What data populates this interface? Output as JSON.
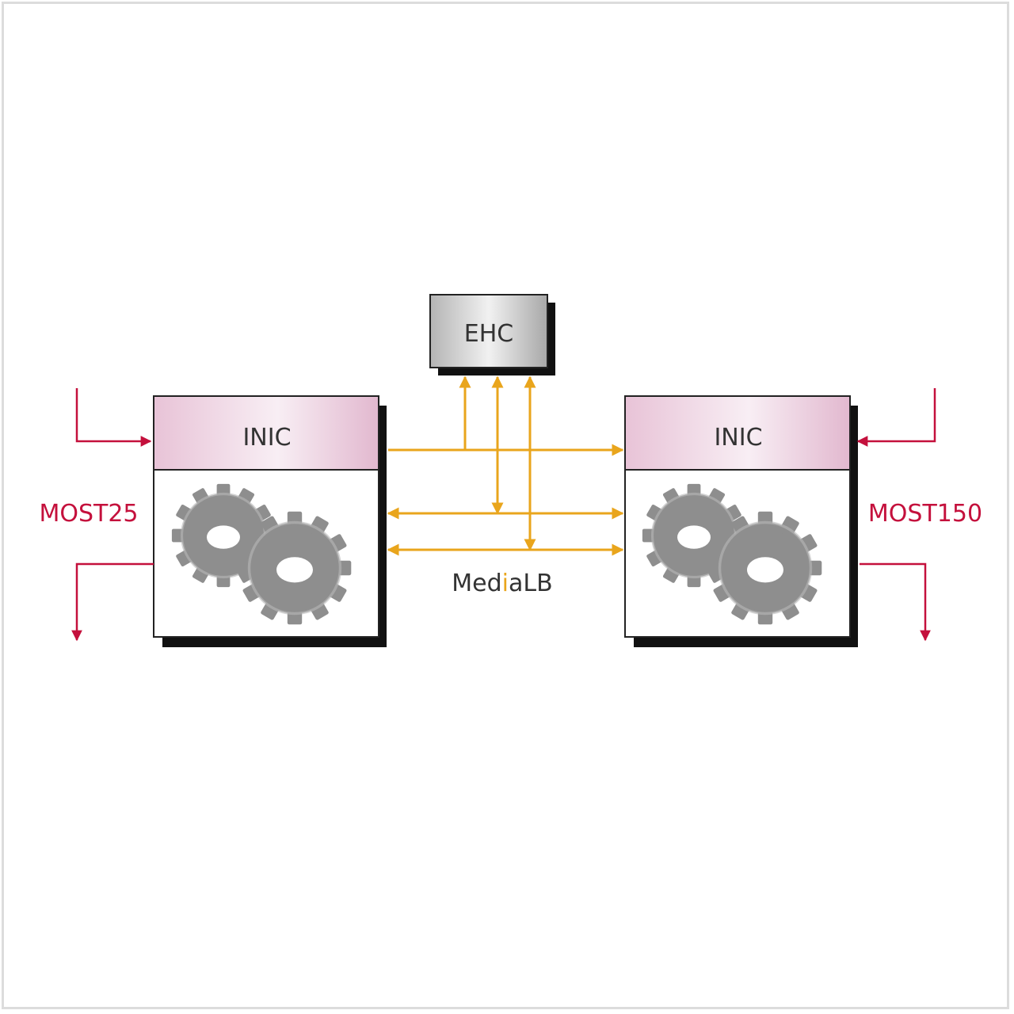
{
  "ehc": {
    "label": "EHC"
  },
  "left_node": {
    "inic_label": "INIC",
    "network_label": "MOST25"
  },
  "right_node": {
    "inic_label": "INIC",
    "network_label": "MOST150"
  },
  "bus": {
    "label_pre": "Med",
    "label_accent": "i",
    "label_post": "aLB"
  },
  "colors": {
    "most_red": "#c4103c",
    "medialb_orange": "#e9a51c",
    "inic_pink": "#f1d9e6",
    "gear_gray": "#8e8e8e",
    "ehc_gray": "#cfcfcf"
  }
}
